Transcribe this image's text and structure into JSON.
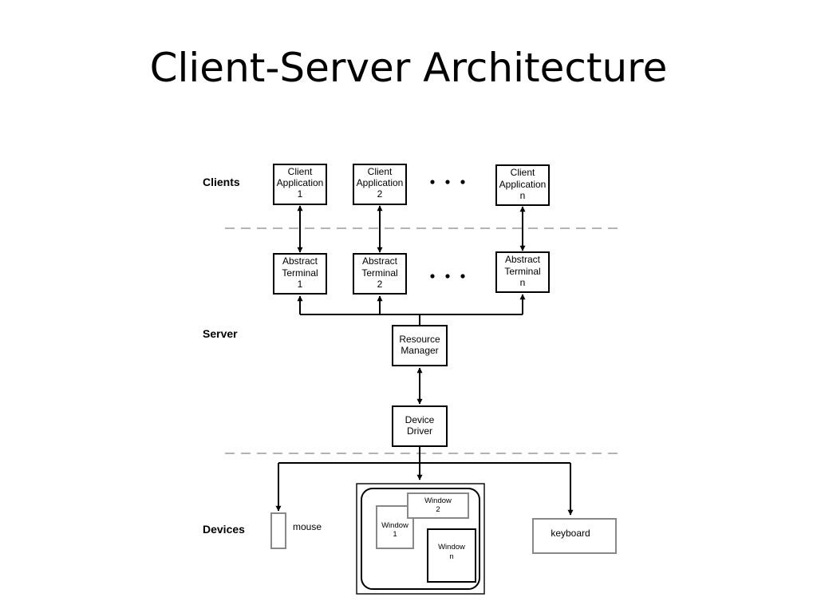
{
  "title": "Client-Server Architecture",
  "rows": {
    "clients": "Clients",
    "server": "Server",
    "devices": "Devices"
  },
  "client_apps": [
    {
      "l1": "Client",
      "l2": "Application",
      "l3": "1"
    },
    {
      "l1": "Client",
      "l2": "Application",
      "l3": "2"
    },
    {
      "l1": "Client",
      "l2": "Application",
      "l3": "n"
    }
  ],
  "terminals": [
    {
      "l1": "Abstract",
      "l2": "Terminal",
      "l3": "1"
    },
    {
      "l1": "Abstract",
      "l2": "Terminal",
      "l3": "2"
    },
    {
      "l1": "Abstract",
      "l2": "Terminal",
      "l3": "n"
    }
  ],
  "resource_manager": {
    "l1": "Resource",
    "l2": "Manager"
  },
  "device_driver": {
    "l1": "Device",
    "l2": "Driver"
  },
  "devices": {
    "mouse": "mouse",
    "keyboard": "keyboard",
    "windows": [
      {
        "l1": "Window",
        "l2": "1"
      },
      {
        "l1": "Window",
        "l2": "2"
      },
      {
        "l1": "Window",
        "l2": "n"
      }
    ]
  },
  "ellipsis": "• • •"
}
